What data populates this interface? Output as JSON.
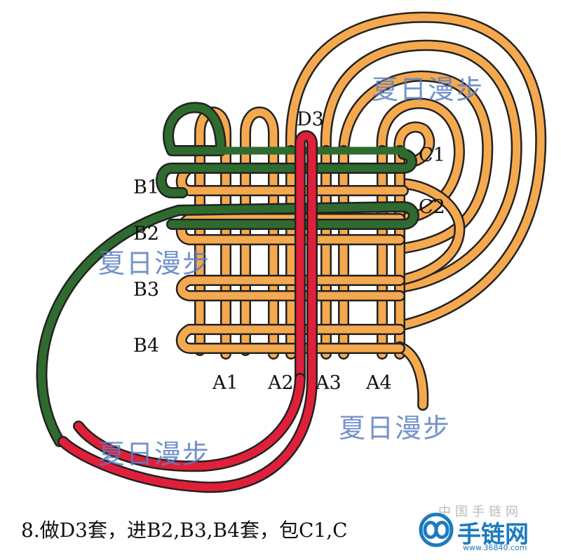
{
  "labels": {
    "a1": "A1",
    "a2": "A2",
    "a3": "A3",
    "a4": "A4",
    "b1": "B1",
    "b2": "B2",
    "b3": "B3",
    "b4": "B4",
    "c1": "C1",
    "c2": "C2",
    "d3": "D3"
  },
  "watermark": "夏日漫步",
  "caption": "8.做D3套，进B2,B3,B4套，包C1,C",
  "logo": {
    "name": "手链网",
    "url": "www.36840.com",
    "faint_text": "中国手链网"
  },
  "colors": {
    "orange": "#f5a94e",
    "green": "#2f6b2f",
    "red": "#e0203a",
    "outline": "#222222",
    "watermark": "#5b7fc3"
  }
}
